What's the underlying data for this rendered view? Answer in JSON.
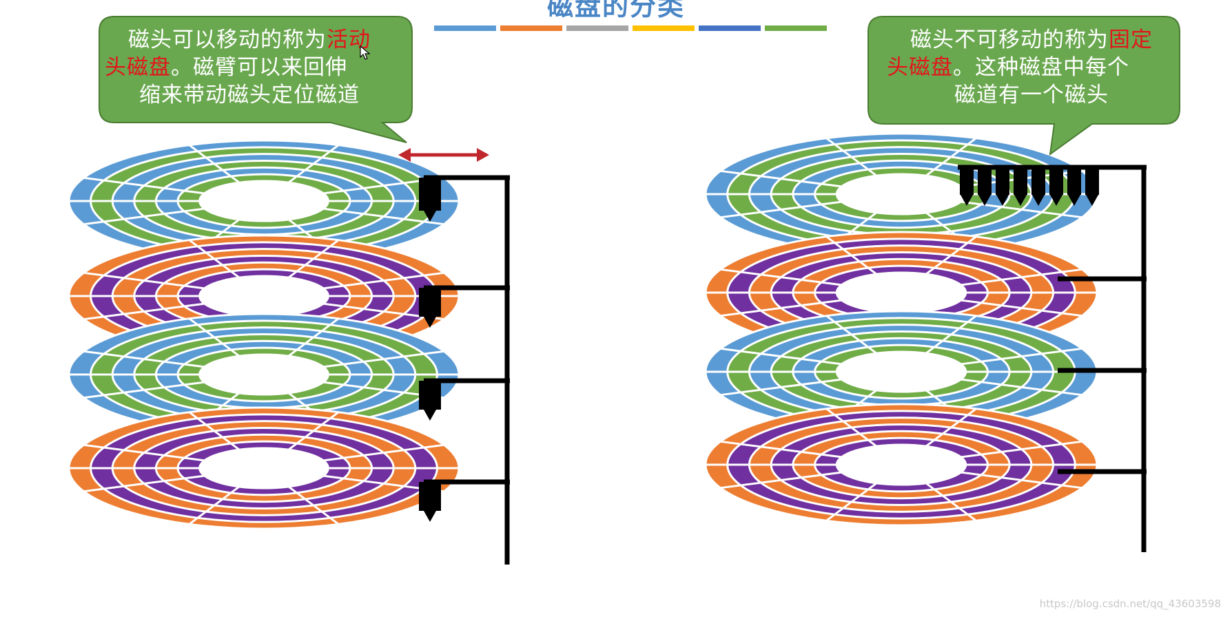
{
  "title": "磁盘的分类",
  "colors": {
    "blue": "#5b9bd5",
    "green": "#70ad47",
    "orange": "#ed7d31",
    "purple": "#7030a0",
    "callout_fill": "#6aa84f",
    "callout_border": "#4a7c32",
    "highlight": "#e3141b",
    "arrow": "#c0272d",
    "arm": "#000000"
  },
  "title_bar_colors": [
    "#5b9bd5",
    "#ed7d31",
    "#a5a5a5",
    "#ffc000",
    "#4472c4",
    "#70ad47"
  ],
  "left_callout": {
    "line1_pre": "磁头可以移动的称为",
    "line1_hl": "活动",
    "line2_hl": "头磁盘",
    "line2_post": "。磁臂可以来回伸",
    "line3": "缩来带动磁头定位磁道"
  },
  "right_callout": {
    "line1_pre": "磁头不可移动的称为",
    "line1_hl": "固定",
    "line2_hl": "头磁盘",
    "line2_post": "。这种磁盘中每个",
    "line3": "磁道有一个磁头"
  },
  "left_stack": [
    {
      "scheme": "blue-green"
    },
    {
      "scheme": "orange-purple"
    },
    {
      "scheme": "blue-green"
    },
    {
      "scheme": "orange-purple"
    }
  ],
  "right_stack": [
    {
      "scheme": "blue-green"
    },
    {
      "scheme": "orange-purple"
    },
    {
      "scheme": "blue-green"
    },
    {
      "scheme": "orange-purple"
    }
  ],
  "watermark": "https://blog.csdn.net/qq_43603598",
  "icons": {
    "cursor": "mouse-pointer-icon",
    "arrow": "double-arrow-icon",
    "head": "disk-head-icon"
  }
}
